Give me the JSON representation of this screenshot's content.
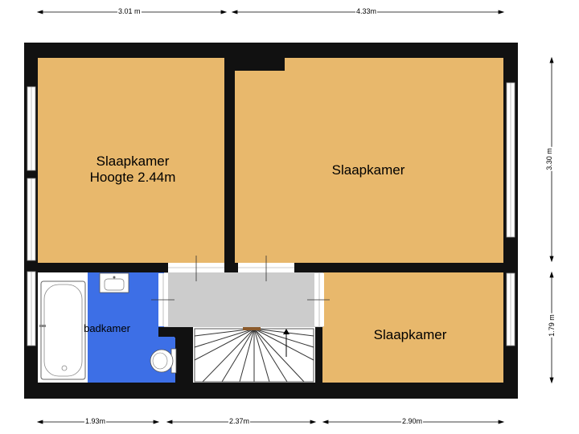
{
  "rooms": {
    "bedroom_left": {
      "name": "Slaapkamer",
      "height": "Hoogte 2.44m"
    },
    "bedroom_right": {
      "name": "Slaapkamer"
    },
    "bedroom_lower": {
      "name": "Slaapkamer"
    },
    "bathroom": {
      "name": "badkamer"
    }
  },
  "dimensions": {
    "top_left": "3.01 m",
    "top_right": "4.33m",
    "right_upper": "3.30 m",
    "right_lower": "1.79 m",
    "bottom_left": "1.93m",
    "bottom_middle": "2.37m",
    "bottom_right": "2.90m"
  },
  "colors": {
    "wall": "#111111",
    "bedroom": "#e8b86c",
    "bathroom": "#3d6fe6",
    "hall": "#cccccc",
    "bath_fixtures": "#ffffff"
  }
}
